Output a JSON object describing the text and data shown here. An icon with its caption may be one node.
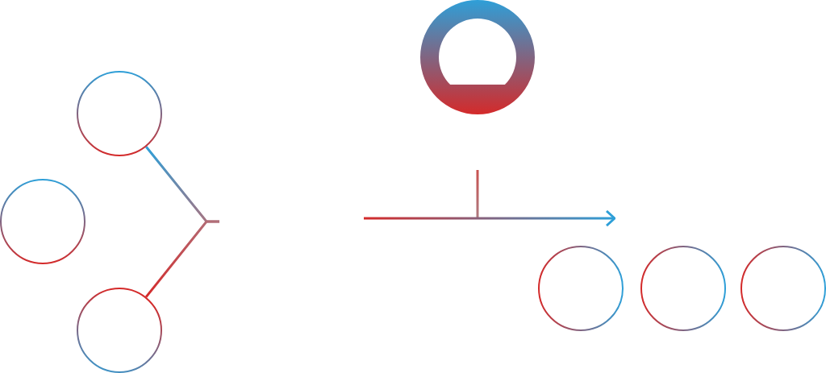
{
  "diagram": {
    "nodes": [
      {
        "text": [],
        "shape": "circle"
      },
      {
        "text": [],
        "shape": "circle"
      },
      {
        "text": [],
        "shape": "circle"
      },
      {
        "text": [],
        "shape": "picture"
      },
      {
        "text": [],
        "shape": "circle"
      },
      {
        "text": [],
        "shape": "circle"
      },
      {
        "text": [],
        "shape": "circle"
      }
    ],
    "edges": [
      {
        "from": 0,
        "to": null,
        "arrow": "none"
      },
      {
        "from": 2,
        "to": null,
        "arrow": "none"
      }
    ]
  }
}
